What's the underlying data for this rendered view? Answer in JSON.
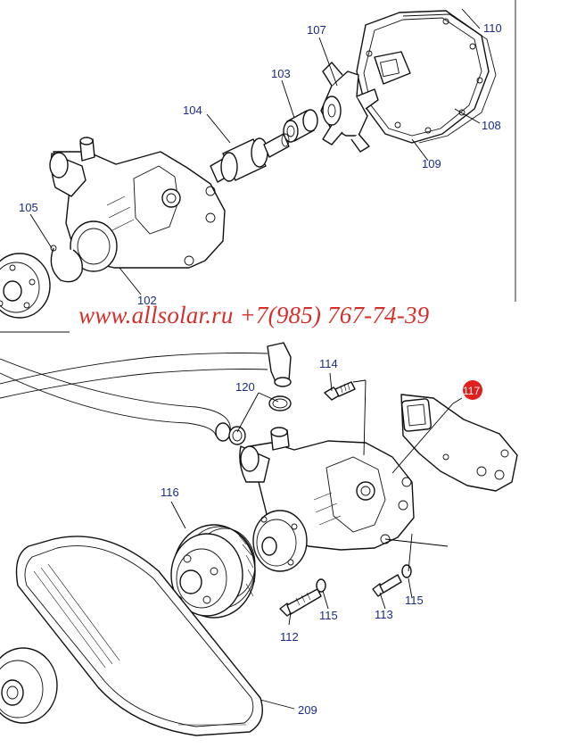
{
  "watermark": "www.allsolar.ru +7(985) 767-74-39",
  "callouts": {
    "c110": "110",
    "c107": "107",
    "c103": "103",
    "c104": "104",
    "c108": "108",
    "c109": "109",
    "c105": "105",
    "c102": "102",
    "c114": "114",
    "c117": "117",
    "c120": "120",
    "c116": "116",
    "c115a": "115",
    "c115b": "115",
    "c113": "113",
    "c112": "112",
    "c209": "209"
  },
  "colors": {
    "callout_text": "#1a2a8c",
    "watermark": "#d4302a",
    "highlight_badge": "#e0201c"
  }
}
